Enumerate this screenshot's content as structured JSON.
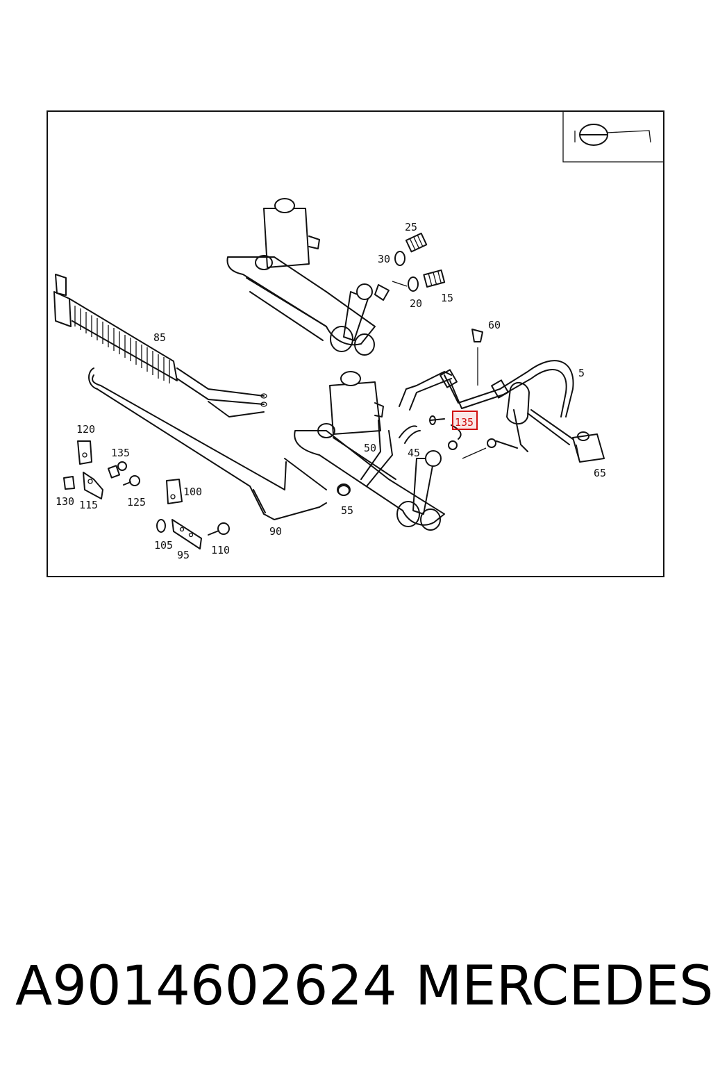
{
  "diagram": {
    "callouts": [
      "5",
      "15",
      "20",
      "25",
      "30",
      "45",
      "50",
      "55",
      "60",
      "65",
      "85",
      "90",
      "95",
      "100",
      "105",
      "110",
      "115",
      "120",
      "125",
      "130",
      "135",
      "135"
    ],
    "highlighted_callout": "135",
    "highlight_color": "#d01010"
  },
  "footer": {
    "part_number": "A9014602624",
    "brand": "MERCEDES"
  }
}
